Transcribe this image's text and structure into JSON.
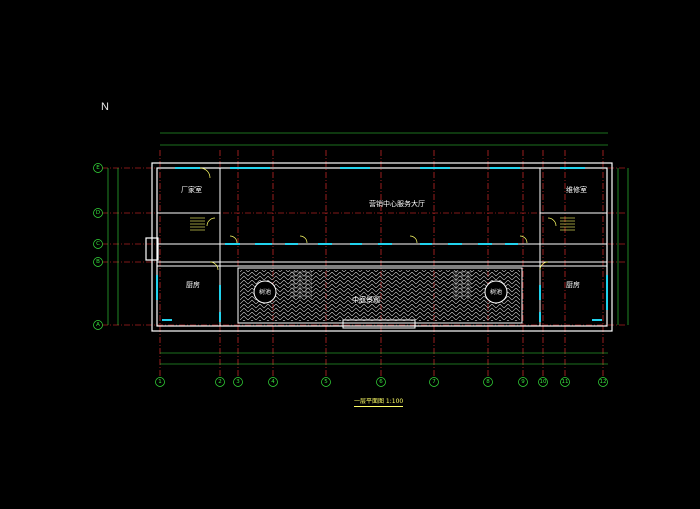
{
  "north_label": "N",
  "drawing_title": "一层平面图 1:100",
  "rooms": {
    "left_upper": "厂家室",
    "right_upper": "维修室",
    "hall": "营销中心服务大厅",
    "left_lower": "厨房",
    "right_lower": "厨房",
    "courtyard": "中庭景观",
    "planter_left": "树池",
    "planter_right": "树池"
  },
  "grid_axes_bottom": [
    "1",
    "2",
    "3",
    "4",
    "5",
    "6",
    "7",
    "8",
    "9",
    "10",
    "11",
    "12"
  ],
  "grid_axes_left": [
    "E",
    "D",
    "C",
    "B",
    "A"
  ],
  "colors": {
    "background": "#000000",
    "wall": "#ffffff",
    "grid_line": "#ff3333",
    "dimension": "#36e03c",
    "window": "#22d3ee",
    "annotation": "#ffff66",
    "hatch": "#cfcfcf"
  }
}
